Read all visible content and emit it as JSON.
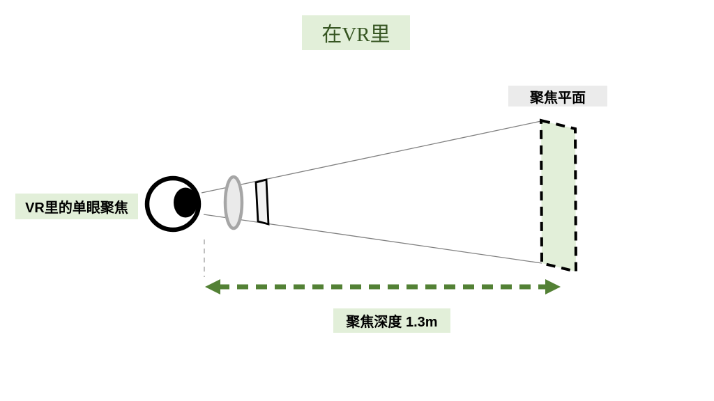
{
  "slide": {
    "title": "在VR里",
    "background": "#FFFFFF"
  },
  "labels": {
    "focal_plane": "聚焦平面",
    "monocular_focus": "VR里的单眼聚焦",
    "focus_depth": "聚焦深度 1.3m"
  },
  "measurements": {
    "focus_depth_value": "1.3m"
  },
  "colors": {
    "title_text": "#375623",
    "light_green_bg": "#E2EFD9",
    "gray_label_bg": "#EBEBEB",
    "arrow_green": "#538135",
    "frustum_line": "#808080",
    "lens_stroke": "#A6A6A6",
    "lens_fill": "#EAEAEA",
    "panel_fill": "#F2F2F2",
    "guide_line": "#BFBFBF",
    "eye_outline": "#000000",
    "pupil_fill": "#000000",
    "plane_border": "#000000",
    "text_black": "#000000"
  },
  "icons": {
    "eye": "eye-icon",
    "lens": "lens-ellipse-icon",
    "display_panel": "display-panel-icon",
    "focal_plane": "focal-plane-shape",
    "depth_arrow": "double-arrow-icon"
  }
}
